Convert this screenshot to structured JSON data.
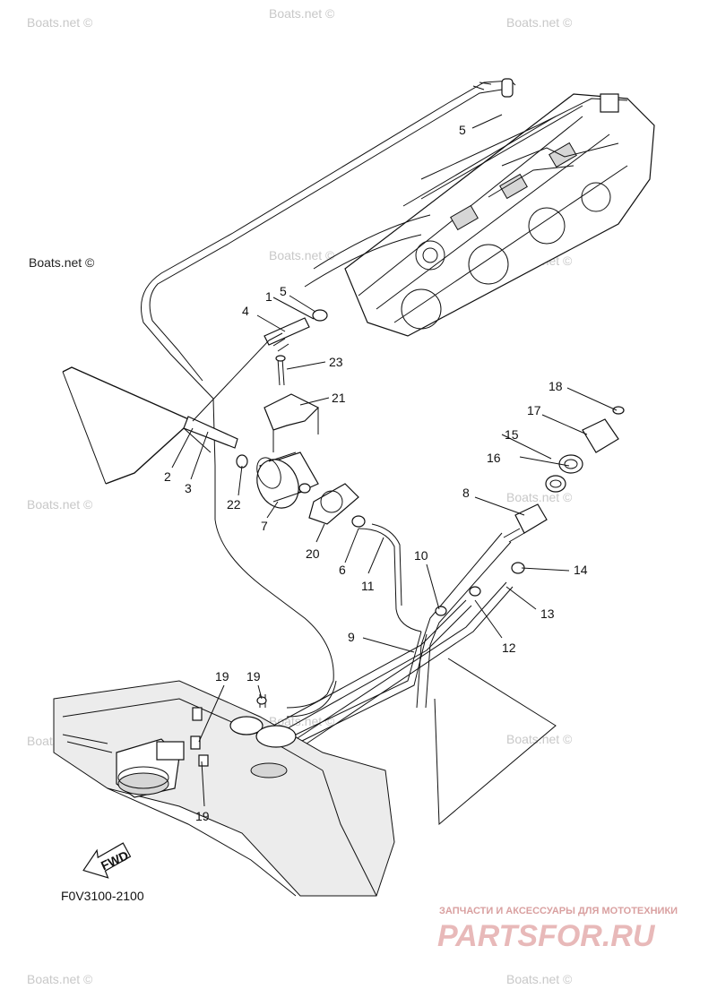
{
  "watermarks": [
    "Boats.net ©",
    "Boats.net ©",
    "Boats.net ©",
    "Boats.net ©",
    "Boats.net ©",
    "Boats.net ©",
    "Boats.net ©",
    "Boats.net ©",
    "Boats.net ©",
    "Boats.net ©",
    "Boats.net ©",
    "Boats.net ©",
    "Boats.net ©"
  ],
  "callouts": {
    "c1": "1",
    "c2": "2",
    "c3": "3",
    "c4": "4",
    "c5a": "5",
    "c5b": "5",
    "c6": "6",
    "c7": "7",
    "c8": "8",
    "c9": "9",
    "c10": "10",
    "c11": "11",
    "c12": "12",
    "c13": "13",
    "c14": "14",
    "c15": "15",
    "c16": "16",
    "c17": "17",
    "c18": "18",
    "c19a": "19",
    "c19b": "19",
    "c19c": "19",
    "c20": "20",
    "c21": "21",
    "c22": "22",
    "c23": "23"
  },
  "fwd_label": "FWD",
  "diagram_code": "F0V3100-2100",
  "brand": {
    "tagline": "ЗАПЧАСТИ И АКСЕССУАРЫ ДЛЯ МОТОТЕХНИКИ",
    "name": "PARTSFOR.RU"
  }
}
